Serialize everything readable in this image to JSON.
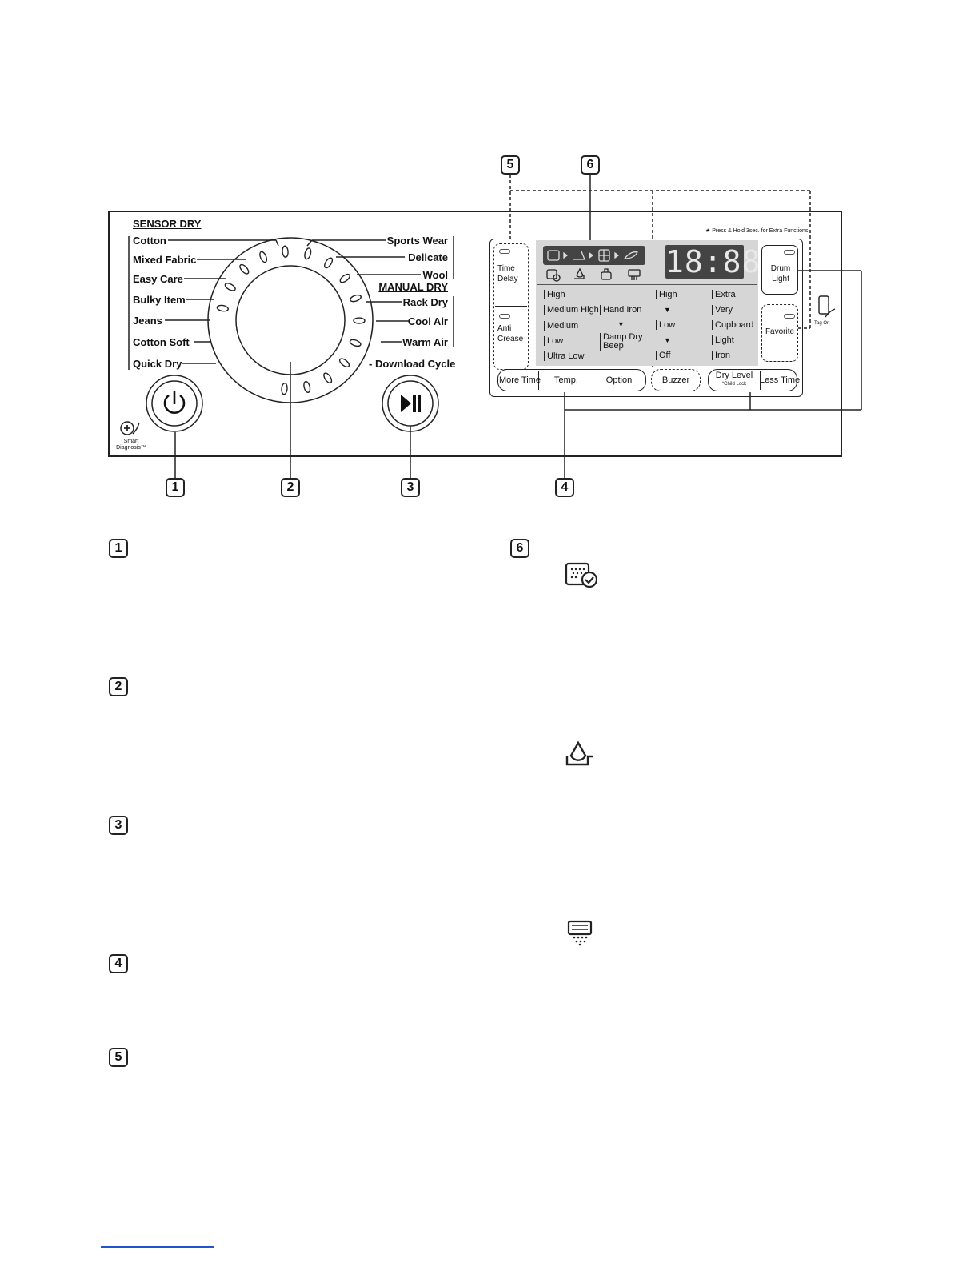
{
  "callouts": [
    "1",
    "2",
    "3",
    "4",
    "5",
    "6"
  ],
  "panel": {
    "sensor_dry_header": "SENSOR DRY",
    "left_cycles": [
      "Cotton",
      "Mixed Fabric",
      "Easy Care",
      "Bulky Item",
      "Jeans",
      "Cotton Soft",
      "Quick Dry"
    ],
    "right_cycles_top": [
      "Sports Wear",
      "Delicate",
      "Wool"
    ],
    "manual_dry_header": "MANUAL DRY",
    "right_cycles_bottom": [
      "Rack Dry",
      "Cool Air",
      "Warm Air"
    ],
    "download_cycle": "- Download Cycle",
    "smart_diagnosis": "Smart Diagnosis™",
    "power_icon": "power-icon",
    "start_pause_icon": "play-pause-icon"
  },
  "display": {
    "press_hold_note": "★ Press & Hold 3sec. for Extra Functions",
    "time_delay": "Time Delay",
    "anti_crease": "Anti Crease",
    "drum_light": "Drum Light",
    "favorite": "Favorite",
    "tag_on": "Tag On",
    "digits": "18:88",
    "temp_col": [
      "High",
      "Medium High",
      "Medium",
      "Low",
      "Ultra Low"
    ],
    "option_col": [
      "Hand Iron",
      "▼",
      "Damp Dry Beep"
    ],
    "time_col": [
      "High",
      "▼",
      "Low",
      "▼",
      "Off"
    ],
    "dry_col": [
      "Extra",
      "Very",
      "Cupboard",
      "Light",
      "Iron"
    ],
    "buttons": {
      "more_time": "More Time",
      "temp": "Temp.",
      "option": "Option",
      "buzzer": "Buzzer",
      "dry_level": "Dry Level",
      "child_lock": "*Child Lock",
      "less_time": "Less Time"
    }
  },
  "icons": {
    "sensor_check": "sensor-check-icon",
    "water_drop": "water-drop-icon",
    "filter_clean": "filter-clean-icon"
  }
}
